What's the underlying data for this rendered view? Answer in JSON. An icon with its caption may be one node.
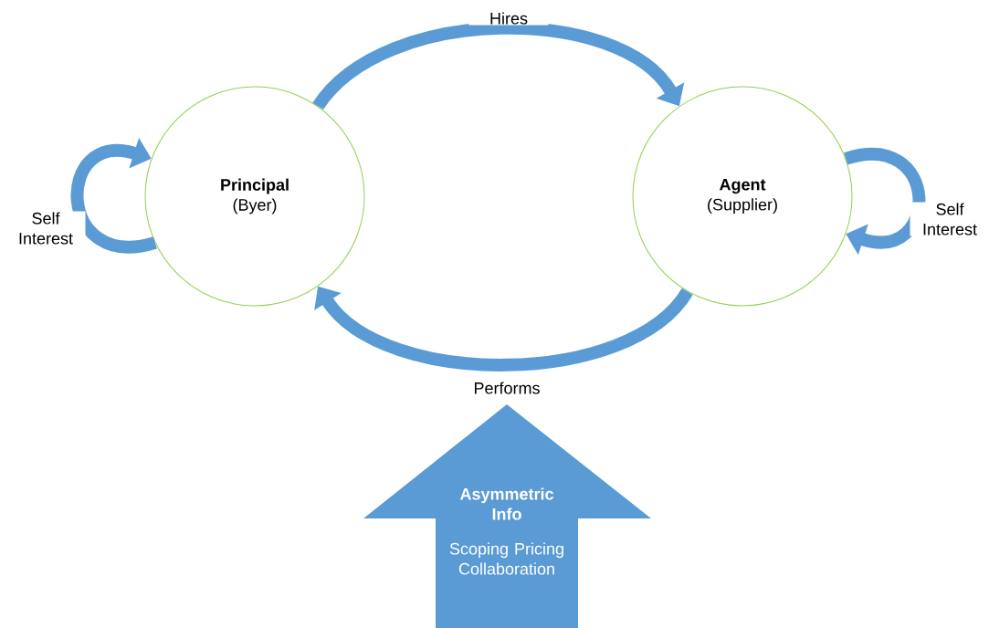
{
  "diagram": {
    "nodes": [
      {
        "text": [
          "Principal",
          "(Byer)"
        ]
      },
      {
        "text": [
          "Agent",
          "(Supplier)"
        ]
      },
      {
        "text": [
          "Asymmetric Info",
          "Scoping Pricing Collaboration"
        ]
      }
    ],
    "edges": [
      {
        "from": 0,
        "to": 1,
        "arrow": "to",
        "label": "Hires"
      },
      {
        "from": 1,
        "to": 0,
        "arrow": "to",
        "label": "Performs"
      },
      {
        "from": 0,
        "to": 0,
        "arrow": "to",
        "label": "Self Interest"
      },
      {
        "from": 1,
        "to": 1,
        "arrow": "to",
        "label": "Self Interest"
      }
    ]
  }
}
